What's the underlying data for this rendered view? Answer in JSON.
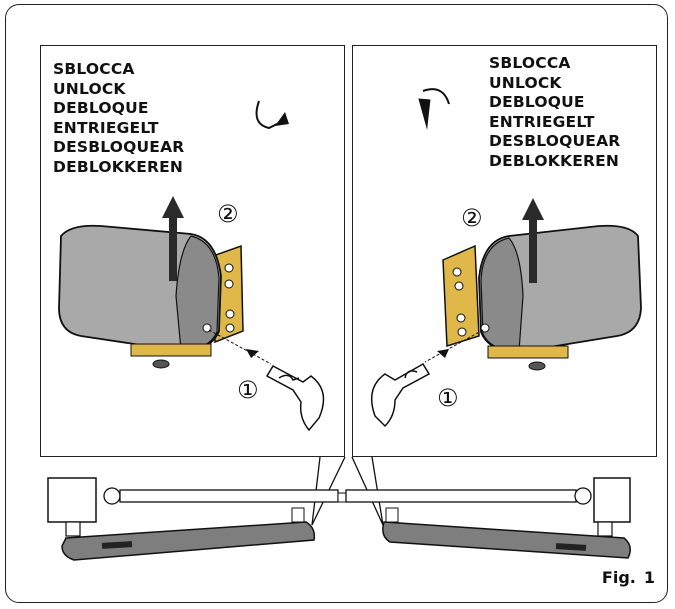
{
  "left_panel": {
    "labels": [
      "SBLOCCA",
      "UNLOCK",
      "DEBLOQUE",
      "ENTRIEGELT",
      "DESBLOQUEAR",
      "DEBLOKKEREN"
    ],
    "step_1": "①",
    "step_2": "②"
  },
  "right_panel": {
    "labels": [
      "SBLOCCA",
      "UNLOCK",
      "DEBLOQUE",
      "ENTRIEGELT",
      "DESBLOQUEAR",
      "DEBLOKKEREN"
    ],
    "step_1": "①",
    "step_2": "②"
  },
  "figure": {
    "prefix": "Fig.",
    "number": "1"
  },
  "colors": {
    "motor_body": "#a9a9a9",
    "motor_shadow": "#7e7e7e",
    "bracket": "#e0b84a",
    "line": "#111111"
  }
}
